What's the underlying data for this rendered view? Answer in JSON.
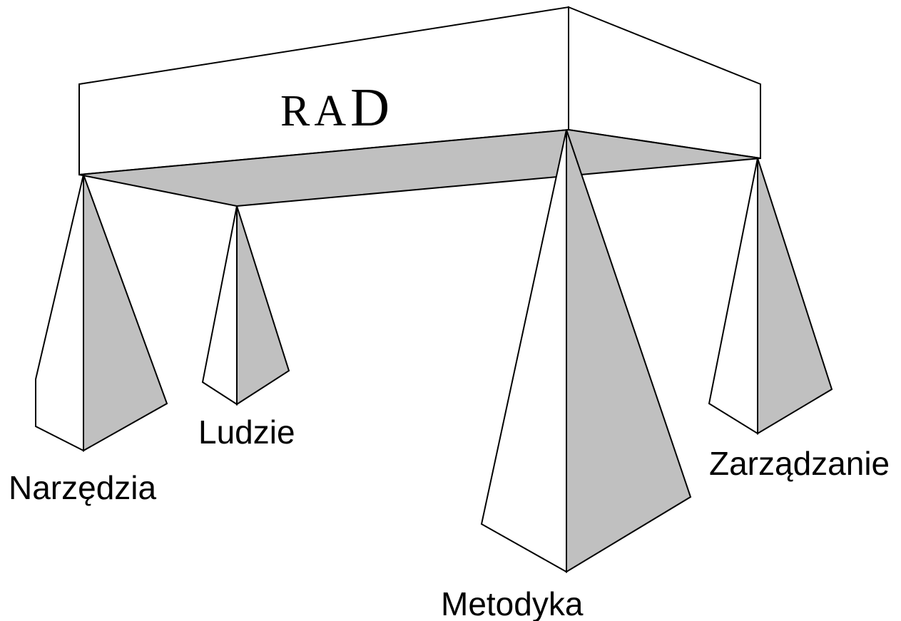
{
  "title": {
    "prefix": "RA",
    "last_letter": "D"
  },
  "legs": {
    "tools": "Narzędzia",
    "people": "Ludzie",
    "method": "Metodyka",
    "management": "Zarządzanie"
  },
  "colors": {
    "shade": "#c0c0c0",
    "outline": "#000000",
    "background": "#ffffff"
  }
}
